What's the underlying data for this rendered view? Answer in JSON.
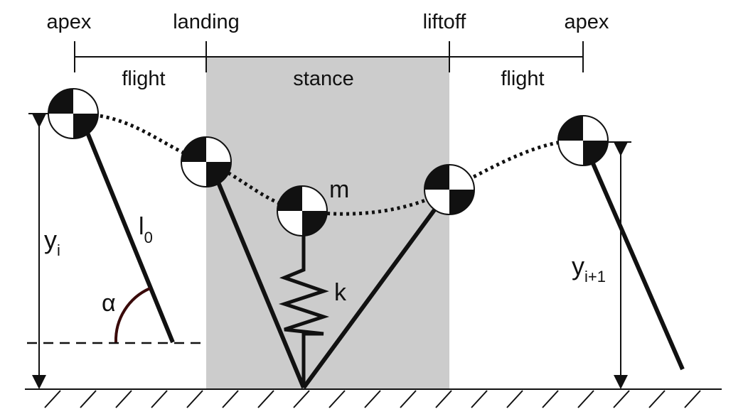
{
  "phases": {
    "apex_left": "apex",
    "landing": "landing",
    "liftoff": "liftoff",
    "apex_right": "apex",
    "flight_left": "flight",
    "stance": "stance",
    "flight_right": "flight"
  },
  "symbols": {
    "mass": "m",
    "leg_length": "l",
    "leg_length_sub": "0",
    "angle": "α",
    "spring": "k",
    "height_start": "y",
    "height_start_sub": "i",
    "height_end": "y",
    "height_end_sub": "i+1"
  },
  "colors": {
    "stance_band": "#cccccc",
    "ink": "#111111",
    "angle_arc": "#3a0a0a"
  }
}
